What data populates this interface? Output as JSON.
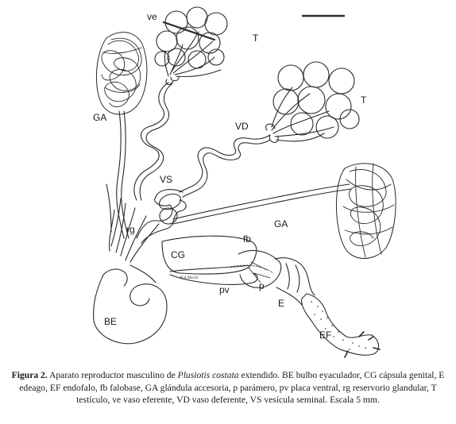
{
  "figure": {
    "labels": {
      "ve": "ve",
      "T_top": "T",
      "T_right": "T",
      "GA_left": "GA",
      "VD": "VD",
      "VS": "VS",
      "GA_right": "GA",
      "rg": "rg",
      "fb": "fb",
      "CG": "CG",
      "pv": "pv",
      "p": "p",
      "E": "E",
      "BE": "BE",
      "EF": "EF",
      "signature": "M.A.Morón"
    },
    "scale_bar_value": "5 mm"
  },
  "caption": {
    "label": "Figura 2.",
    "text_before": " Aparato reproductor masculino de ",
    "species": "Plusiotis costata",
    "text_after": " extendido. BE bulbo eyaculador, CG cápsula genital, E edeago, EF endofalo, fb falobase, GA glándula accesoria, p parámero, pv placa ventral, rg reservorio glandular, T testículo, ve vaso eferente, VD vaso deferente, VS vesícula seminal. Escala 5 mm."
  }
}
